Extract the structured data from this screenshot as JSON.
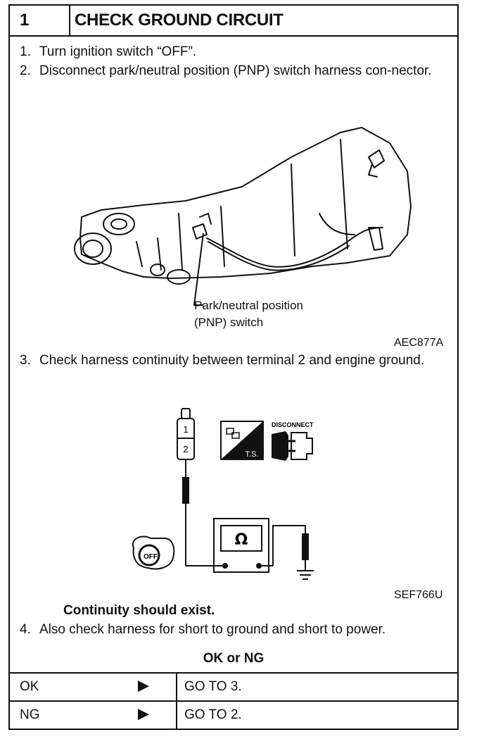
{
  "header": {
    "step_number": "1",
    "title": "CHECK GROUND CIRCUIT"
  },
  "steps": [
    {
      "num": "1.",
      "text": "Turn ignition switch “OFF”."
    },
    {
      "num": "2.",
      "text": "Disconnect park/neutral position (PNP) switch harness con-nector."
    },
    {
      "num": "3.",
      "text": "Check harness continuity between terminal 2 and engine ground."
    },
    {
      "num": "4.",
      "text": "Also check harness for short to ground and short to power."
    }
  ],
  "figure1": {
    "callout_line1": "Park/neutral position",
    "callout_line2": "(PNP) switch",
    "code": "AEC877A"
  },
  "figure2": {
    "terminal_1": "1",
    "terminal_2": "2",
    "ts_label": "T.S.",
    "disconnect_label": "DISCONNECT",
    "meter_symbol": "Ω",
    "key_label": "OFF",
    "code": "SEF766U"
  },
  "specification": "Continuity should exist.",
  "results": {
    "header": "OK or NG",
    "rows": [
      {
        "key": "OK",
        "action": "GO TO 3."
      },
      {
        "key": "NG",
        "action": "GO TO 2."
      }
    ]
  },
  "colors": {
    "ink": "#111111",
    "paper": "#ffffff"
  },
  "icons": [
    "transmission-illustration",
    "connector-icon",
    "ts-icon",
    "disconnect-icon",
    "ohmmeter-icon",
    "ignition-key-icon",
    "ground-icon",
    "arrow-right-icon"
  ]
}
